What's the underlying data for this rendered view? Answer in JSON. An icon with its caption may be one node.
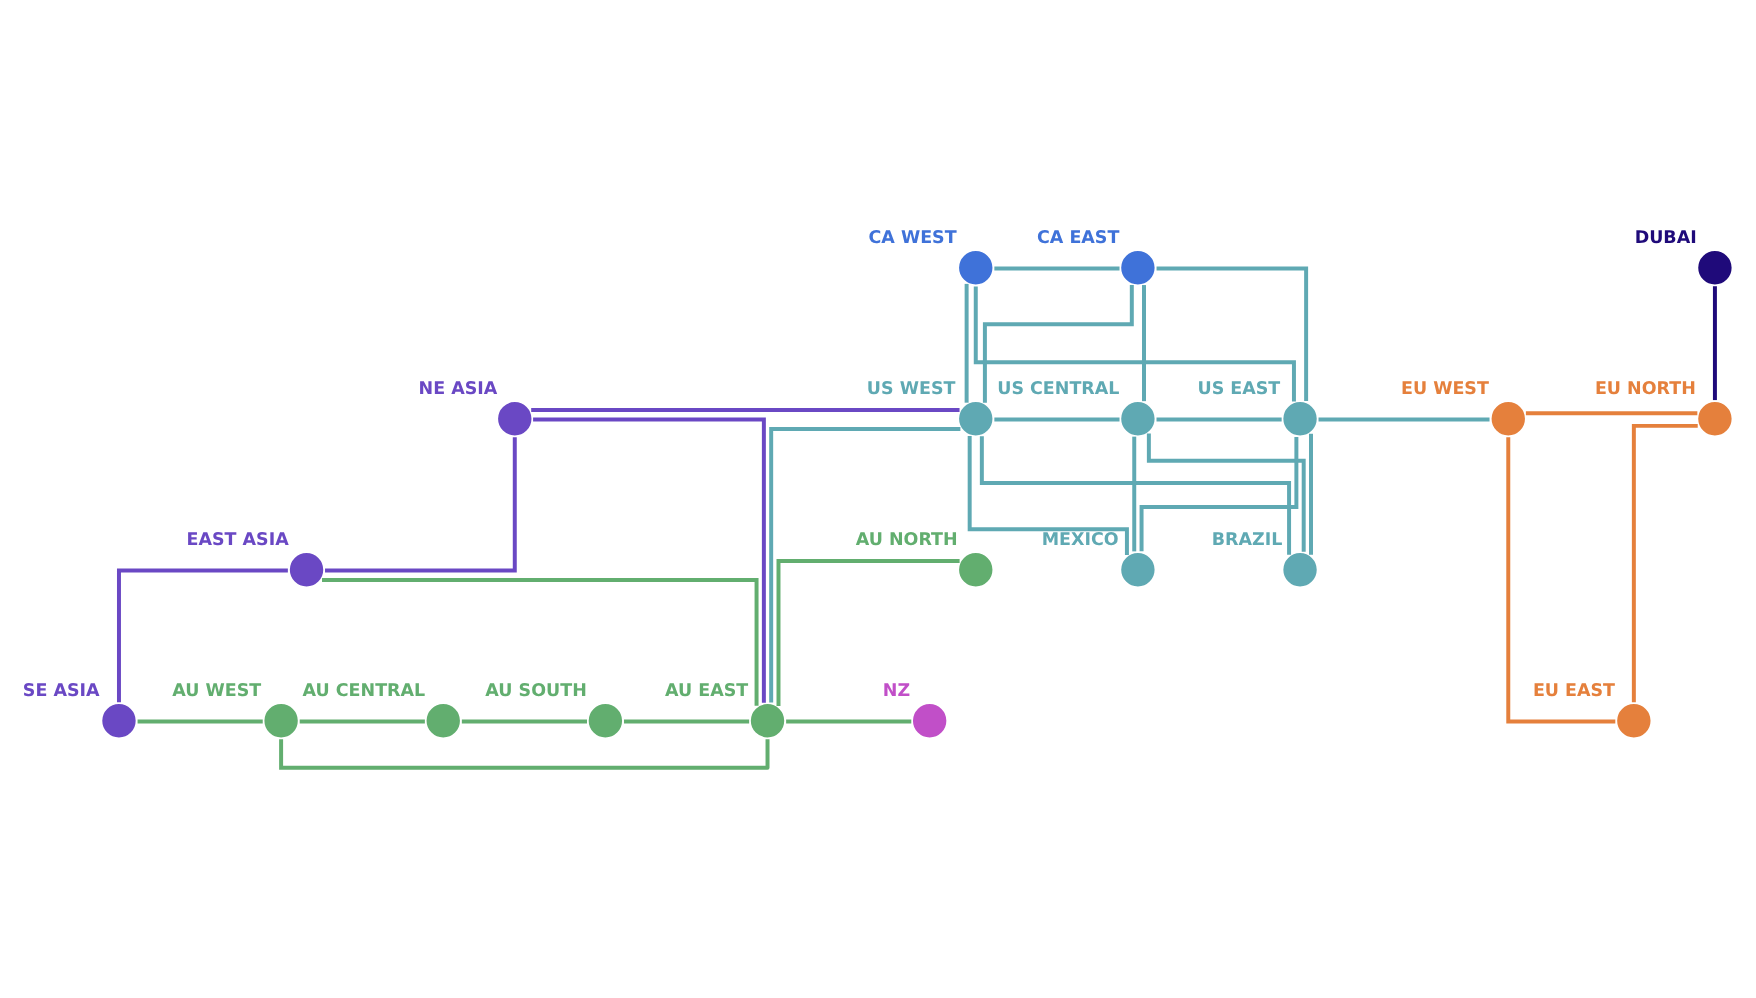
{
  "diagram": {
    "nodes": [
      {
        "text": [],
        "shape": "circle",
        "beside": [
          "CA WEST"
        ]
      },
      {
        "text": [],
        "shape": "circle",
        "beside": [
          "CA EAST"
        ]
      },
      {
        "text": [],
        "shape": "circle",
        "beside": [
          "DUBAI"
        ]
      },
      {
        "text": [],
        "shape": "circle",
        "beside": [
          "NE ASIA"
        ]
      },
      {
        "text": [],
        "shape": "circle",
        "beside": [
          "US WEST"
        ]
      },
      {
        "text": [],
        "shape": "circle",
        "beside": [
          "US CENTRAL"
        ]
      },
      {
        "text": [],
        "shape": "circle",
        "beside": [
          "US EAST"
        ]
      },
      {
        "text": [],
        "shape": "circle",
        "beside": [
          "EU WEST"
        ]
      },
      {
        "text": [],
        "shape": "circle",
        "beside": [
          "EU NORTH"
        ]
      },
      {
        "text": [],
        "shape": "circle",
        "beside": [
          "MEXICO"
        ]
      },
      {
        "text": [],
        "shape": "circle",
        "beside": [
          "EAST ASIA"
        ]
      },
      {
        "text": [],
        "shape": "circle",
        "beside": [
          "AU NORTH"
        ]
      },
      {
        "text": [],
        "shape": "circle",
        "beside": [
          "EU EAST"
        ]
      },
      {
        "text": [],
        "shape": "circle",
        "beside": [
          "BRAZIL"
        ]
      },
      {
        "text": [],
        "shape": "circle",
        "beside": [
          "SE ASIA"
        ]
      },
      {
        "text": [],
        "shape": "circle",
        "beside": [
          "AU WEST"
        ]
      },
      {
        "text": [],
        "shape": "circle",
        "beside": [
          "AU CENTRAL"
        ]
      },
      {
        "text": [],
        "shape": "circle",
        "beside": [
          "AU SOUTH"
        ]
      },
      {
        "text": [],
        "shape": "circle",
        "beside": [
          "AU EAST"
        ]
      },
      {
        "text": [],
        "shape": "circle",
        "beside": [
          "NZ"
        ]
      }
    ],
    "edges": [
      {
        "from": 0,
        "to": 1,
        "arrow": "none"
      },
      {
        "from": 0,
        "to": 4,
        "arrow": "none"
      },
      {
        "from": 0,
        "to": 6,
        "arrow": "none"
      },
      {
        "from": 1,
        "to": 4,
        "arrow": "none"
      },
      {
        "from": 1,
        "to": 5,
        "arrow": "none"
      },
      {
        "from": 1,
        "to": 6,
        "arrow": "none"
      },
      {
        "from": 2,
        "to": 8,
        "arrow": "none",
        "color": "#1f0a7a"
      },
      {
        "from": 3,
        "to": 4,
        "arrow": "none",
        "color": "#6a48c4"
      },
      {
        "from": 3,
        "to": 10,
        "arrow": "none",
        "color": "#6a48c4"
      },
      {
        "from": 3,
        "to": 18,
        "arrow": "none",
        "color": "#6a48c4"
      },
      {
        "from": 4,
        "to": 5,
        "arrow": "none"
      },
      {
        "from": 5,
        "to": 6,
        "arrow": "none"
      },
      {
        "from": 6,
        "to": 7,
        "arrow": "none"
      },
      {
        "from": 7,
        "to": 8,
        "arrow": "none",
        "color": "#e5803c"
      },
      {
        "from": 8,
        "to": 12,
        "arrow": "none",
        "color": "#e5803c"
      },
      {
        "from": 7,
        "to": 12,
        "arrow": "none",
        "color": "#e5803c"
      },
      {
        "from": 4,
        "to": 9,
        "arrow": "none"
      },
      {
        "from": 4,
        "to": 13,
        "arrow": "none"
      },
      {
        "from": 5,
        "to": 9,
        "arrow": "none"
      },
      {
        "from": 5,
        "to": 13,
        "arrow": "none"
      },
      {
        "from": 6,
        "to": 9,
        "arrow": "none"
      },
      {
        "from": 6,
        "to": 13,
        "arrow": "none"
      },
      {
        "from": 4,
        "to": 18,
        "arrow": "none"
      },
      {
        "from": 10,
        "to": 14,
        "arrow": "none",
        "color": "#6a48c4"
      },
      {
        "from": 10,
        "to": 18,
        "arrow": "none",
        "color": "#62ae6f"
      },
      {
        "from": 11,
        "to": 18,
        "arrow": "none",
        "color": "#62ae6f"
      },
      {
        "from": 14,
        "to": 15,
        "arrow": "none",
        "color": "#62ae6f"
      },
      {
        "from": 15,
        "to": 16,
        "arrow": "none",
        "color": "#62ae6f"
      },
      {
        "from": 16,
        "to": 17,
        "arrow": "none",
        "color": "#62ae6f"
      },
      {
        "from": 17,
        "to": 18,
        "arrow": "none",
        "color": "#62ae6f"
      },
      {
        "from": 15,
        "to": 18,
        "arrow": "none",
        "color": "#62ae6f"
      },
      {
        "from": 18,
        "to": 19,
        "arrow": "none",
        "color": "#62ae6f"
      }
    ]
  }
}
